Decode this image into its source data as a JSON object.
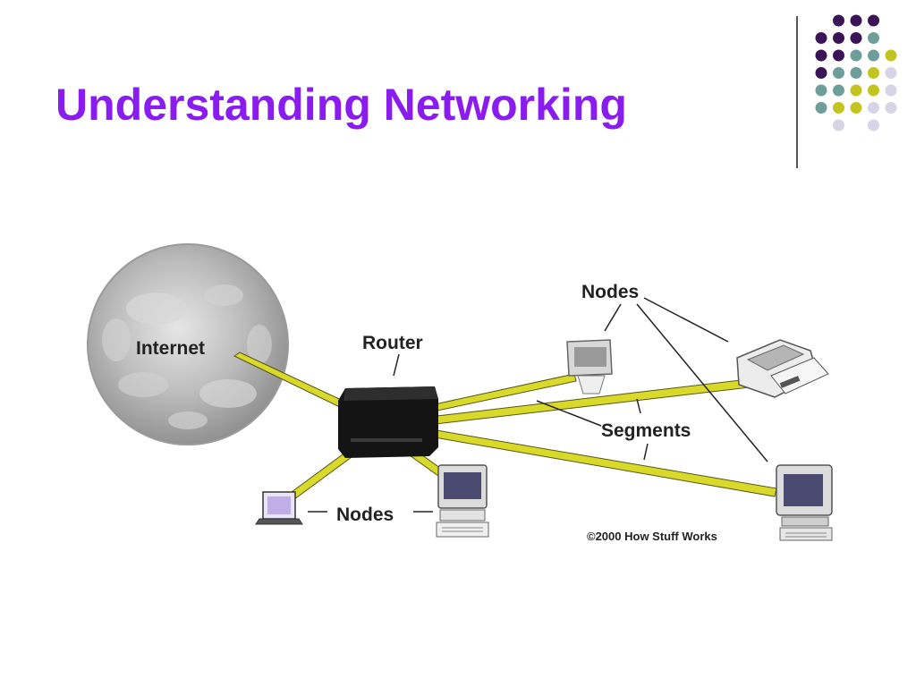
{
  "title": "Understanding Networking",
  "labels": {
    "internet": "Internet",
    "router": "Router",
    "nodes_top": "Nodes",
    "segments": "Segments",
    "nodes_bottom": "Nodes",
    "copyright": "©2000 How Stuff Works"
  },
  "colors": {
    "title": "#8a1cf0",
    "cable": "#d9d92a",
    "cable_edge": "#55551a",
    "router": "#141414",
    "dark_purple": "#3b1357",
    "teal": "#6e9e9a",
    "olive": "#c4c420",
    "lavender": "#d6d4e6"
  },
  "icons": {
    "globe": "internet-globe-icon",
    "router": "router-box-icon",
    "node_top": "desktop-computer-icon",
    "printer": "printer-icon",
    "node_right": "desktop-computer-icon",
    "laptop": "laptop-icon",
    "node_bottom": "desktop-computer-icon"
  }
}
